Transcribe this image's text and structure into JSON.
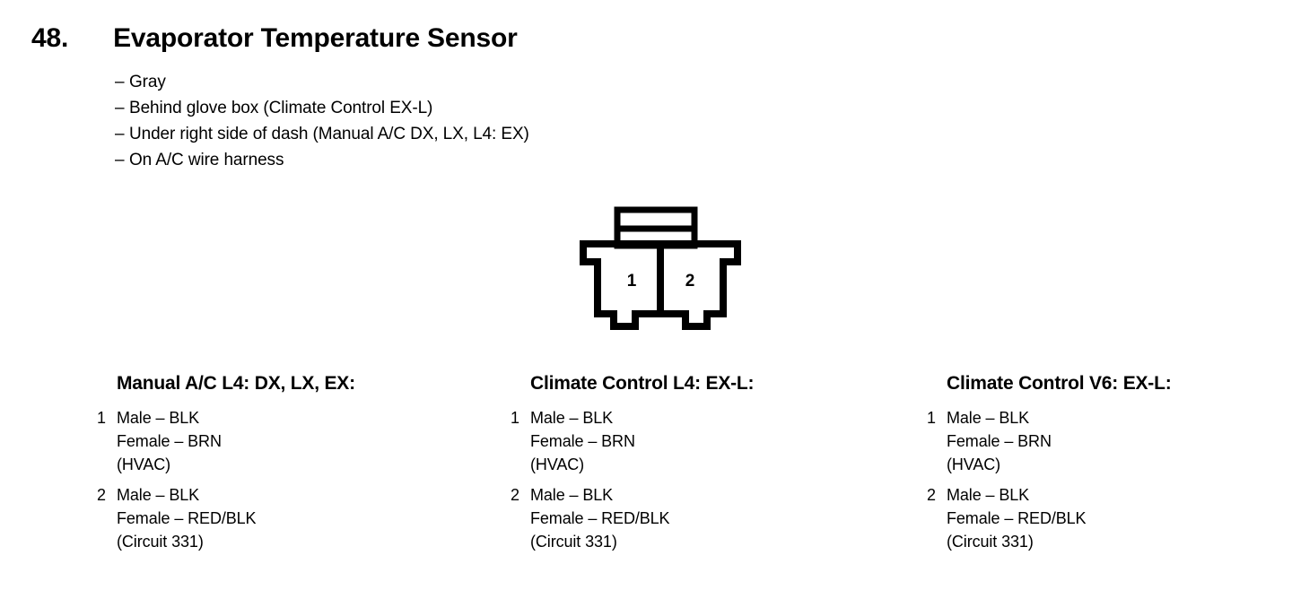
{
  "heading": {
    "item_number": "48.",
    "title": "Evaporator Temperature Sensor"
  },
  "spec_list": {
    "dash": "–",
    "items": [
      "Gray",
      "Behind glove box (Climate Control EX-L)",
      "Under right side of dash (Manual A/C DX, LX, L4: EX)",
      "On A/C wire harness"
    ]
  },
  "connector": {
    "name": "2-pin-connector-diagram",
    "pin_labels": [
      "1",
      "2"
    ],
    "stroke_color": "#000000",
    "fill_color": "#ffffff"
  },
  "pin_columns": [
    {
      "heading": "Manual A/C L4: DX, LX, EX:",
      "pins": [
        {
          "index": "1",
          "lines": [
            "Male – BLK",
            "Female – BRN",
            "(HVAC)"
          ]
        },
        {
          "index": "2",
          "lines": [
            "Male – BLK",
            "Female – RED/BLK",
            "(Circuit 331)"
          ]
        }
      ]
    },
    {
      "heading": "Climate Control L4: EX-L:",
      "pins": [
        {
          "index": "1",
          "lines": [
            "Male – BLK",
            "Female – BRN",
            "(HVAC)"
          ]
        },
        {
          "index": "2",
          "lines": [
            "Male – BLK",
            "Female – RED/BLK",
            "(Circuit 331)"
          ]
        }
      ]
    },
    {
      "heading": "Climate Control V6: EX-L:",
      "pins": [
        {
          "index": "1",
          "lines": [
            "Male – BLK",
            "Female – BRN",
            "(HVAC)"
          ]
        },
        {
          "index": "2",
          "lines": [
            "Male – BLK",
            "Female – RED/BLK",
            "(Circuit 331)"
          ]
        }
      ]
    }
  ]
}
